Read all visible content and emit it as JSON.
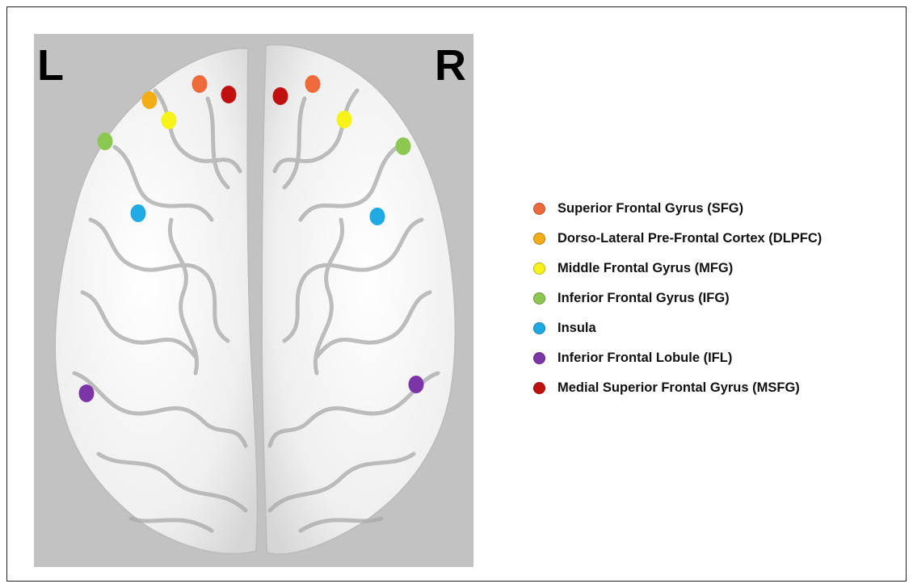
{
  "hemisphere_labels": {
    "left": "L",
    "right": "R"
  },
  "legend": [
    {
      "label": "Superior Frontal Gyrus (SFG)",
      "color": "#ee6a3a"
    },
    {
      "label": "Dorso-Lateral Pre-Frontal Cortex (DLPFC)",
      "color": "#f2ad17"
    },
    {
      "label": "Middle Frontal Gyrus (MFG)",
      "color": "#f7f217"
    },
    {
      "label": "Inferior Frontal Gyrus (IFG)",
      "color": "#8cc84f"
    },
    {
      "label": "Insula",
      "color": "#1faae4"
    },
    {
      "label": "Inferior Frontal Lobule (IFL)",
      "color": "#7b35a6"
    },
    {
      "label": "Medial Superior Frontal Gyrus (MSFG)",
      "color": "#c0110e"
    }
  ],
  "markers": [
    {
      "region": "SFG",
      "color": "#ee6a3a"
    },
    {
      "region": "SFG",
      "color": "#ee6a3a"
    },
    {
      "region": "DLPFC",
      "color": "#f2ad17"
    },
    {
      "region": "MFG",
      "color": "#f7f217"
    },
    {
      "region": "MFG",
      "color": "#f7f217"
    },
    {
      "region": "IFG",
      "color": "#8cc84f"
    },
    {
      "region": "IFG",
      "color": "#8cc84f"
    },
    {
      "region": "Insula",
      "color": "#1faae4"
    },
    {
      "region": "Insula",
      "color": "#1faae4"
    },
    {
      "region": "IFL",
      "color": "#7b35a6"
    },
    {
      "region": "IFL",
      "color": "#7b35a6"
    },
    {
      "region": "MSFG",
      "color": "#c0110e"
    },
    {
      "region": "MSFG",
      "color": "#c0110e"
    }
  ]
}
